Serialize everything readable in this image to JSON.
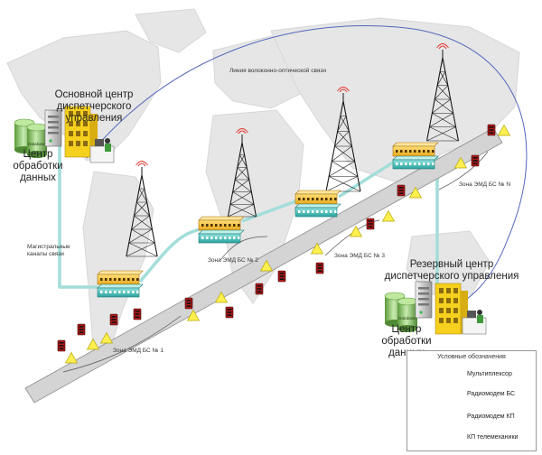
{
  "labels": {
    "fiber_line": "Линия волоконно-оптической связи",
    "main_center": "Основной центр диспетчерского управления",
    "main_data_center": "Центр обработки данных",
    "trunk_channels": "Магистральные каналы связи",
    "backup_center": "Резервный центр диспетчерского управления",
    "backup_data_center": "Центр обработки данных",
    "zone_1": "Зона ЭМД БС № 1",
    "zone_2": "Зона ЭМД БС № 2",
    "zone_3": "Зона ЭМД БС № 3",
    "zone_n": "Зона ЭМД БС № N",
    "database": "Database"
  },
  "legend": {
    "title": "Условные обозначения",
    "items": [
      {
        "key": "multiplexer",
        "label": "Мультиплексор"
      },
      {
        "key": "radiomodem_bs",
        "label": "Радиомодем БС"
      },
      {
        "key": "radiomodem_kp",
        "label": "Радиомодем КП"
      },
      {
        "key": "kp_telemechanics",
        "label": "КП телемеханики"
      }
    ]
  },
  "colors": {
    "map": "#e6e6e6",
    "fiber_line": "#5566bb",
    "trunk_channel": "#a3ddd9",
    "pipeline": "#d4d4d4",
    "multiplexer": "#3fb8b3",
    "radiomodem_bs": "#f6c333",
    "radiomodem_kp": "#b01818",
    "kp_telemechanics": "#fff050",
    "building": "#f5d01e"
  }
}
